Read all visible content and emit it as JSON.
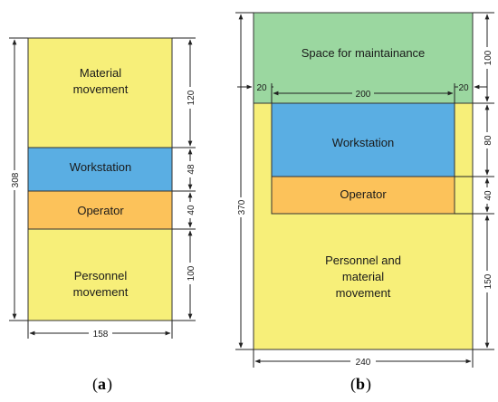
{
  "colors": {
    "yellow": "#f7ef79",
    "blue": "#5aaee3",
    "orange": "#fcc25a",
    "green": "#9bd7a0",
    "line": "#222222"
  },
  "diagram_a": {
    "caption_letter": "a",
    "material_line1": "Material",
    "material_line2": "movement",
    "workstation": "Workstation",
    "operator": "Operator",
    "personnel_line1": "Personnel",
    "personnel_line2": "movement",
    "dim_height": "308",
    "dim_width": "158",
    "dim_material": "120",
    "dim_workstation": "48",
    "dim_operator": "40",
    "dim_personnel": "100"
  },
  "diagram_b": {
    "caption_letter": "b",
    "maintenance": "Space for maintainance",
    "workstation": "Workstation",
    "operator": "Operator",
    "pm_line1": "Personnel and",
    "pm_line2": "material",
    "pm_line3": "movement",
    "dim_height": "370",
    "dim_width": "240",
    "dim_maintenance": "100",
    "dim_workstation": "80",
    "dim_operator": "40",
    "dim_personnel": "150",
    "dim_left_gap": "20",
    "dim_ws_width": "200",
    "dim_right_gap": "20"
  }
}
